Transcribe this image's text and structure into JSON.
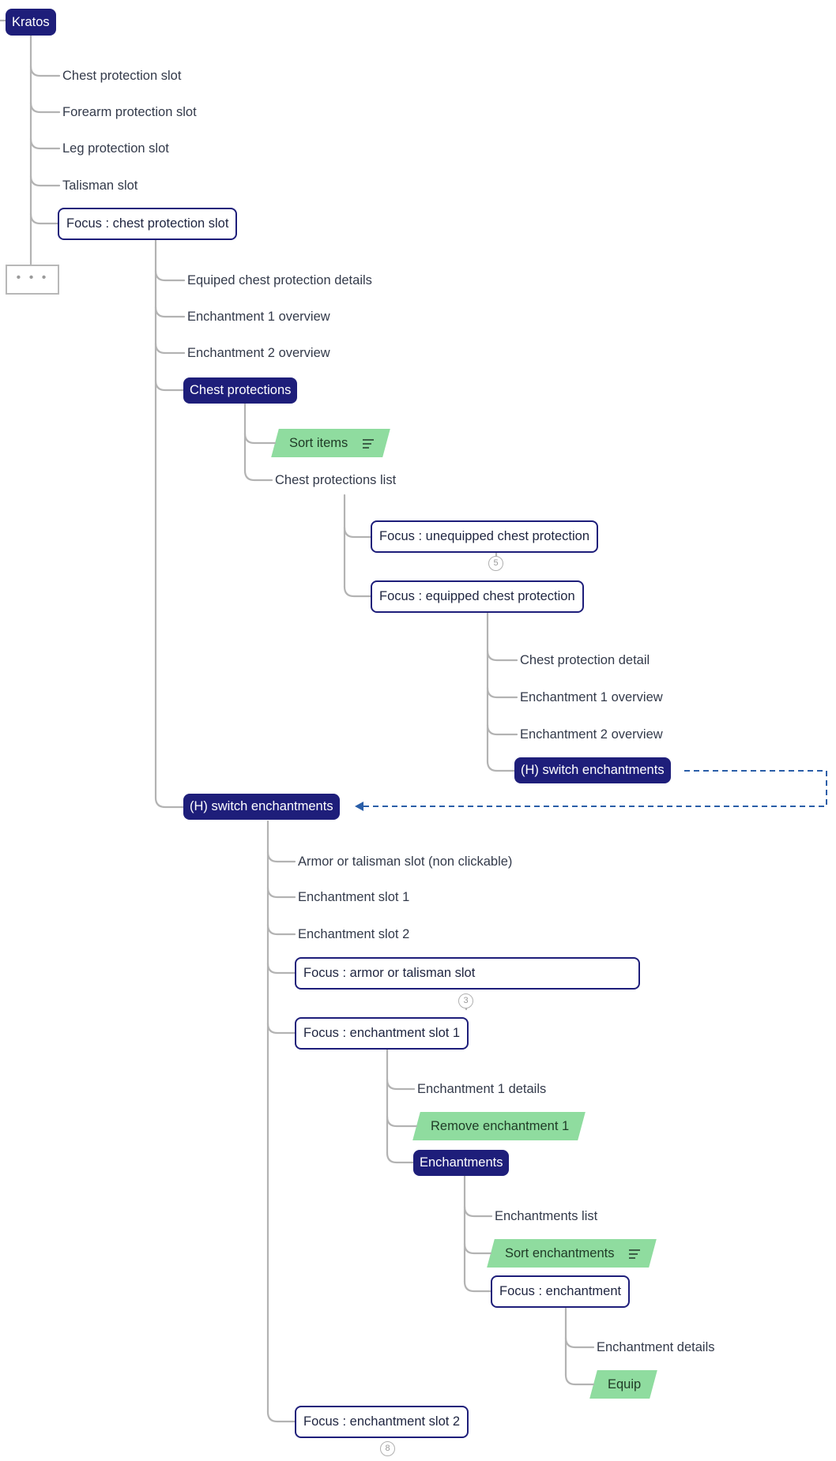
{
  "root": {
    "label": "Kratos"
  },
  "level1": {
    "items": [
      "Chest protection slot",
      "Forearm protection slot",
      "Leg protection slot",
      "Talisman slot"
    ],
    "focus_chest": "Focus : chest protection slot",
    "collapsed_label": "• • •"
  },
  "chest_focus": {
    "items": [
      "Equiped chest protection details",
      "Enchantment 1 overview",
      "Enchantment 2 overview"
    ],
    "chest_protections": "Chest protections"
  },
  "chest_protections": {
    "sort_items": "Sort items",
    "list": "Chest protections list"
  },
  "list_children": {
    "focus_unequipped": "Focus : unequipped chest protection",
    "unequipped_badge": "5",
    "focus_equipped": "Focus : equipped chest protection"
  },
  "equipped": {
    "items": [
      "Chest protection detail",
      "Enchantment 1 overview",
      "Enchantment 2 overview"
    ],
    "switch": "(H) switch enchantments"
  },
  "switch_enchantments": {
    "label": "(H) switch enchantments",
    "items": [
      "Armor or talisman slot (non clickable)",
      "Enchantment slot 1",
      "Enchantment slot 2"
    ],
    "focus_armor": "Focus : armor or talisman slot",
    "armor_badge": "3",
    "focus_slot1": "Focus : enchantment slot 1",
    "focus_slot2": "Focus : enchantment slot 2",
    "slot2_badge": "8"
  },
  "slot1": {
    "details": "Enchantment 1 details",
    "remove": "Remove enchantment 1",
    "enchantments": "Enchantments"
  },
  "enchantments": {
    "list": "Enchantments list",
    "sort": "Sort enchantments",
    "focus": "Focus : enchantment"
  },
  "focus_enchantment": {
    "details": "Enchantment details",
    "equip": "Equip"
  },
  "colors": {
    "solid_node": "#1e1e7a",
    "action_node": "#8fdc9f",
    "connector": "#b3b3b3",
    "link": "#2a5ea8"
  }
}
